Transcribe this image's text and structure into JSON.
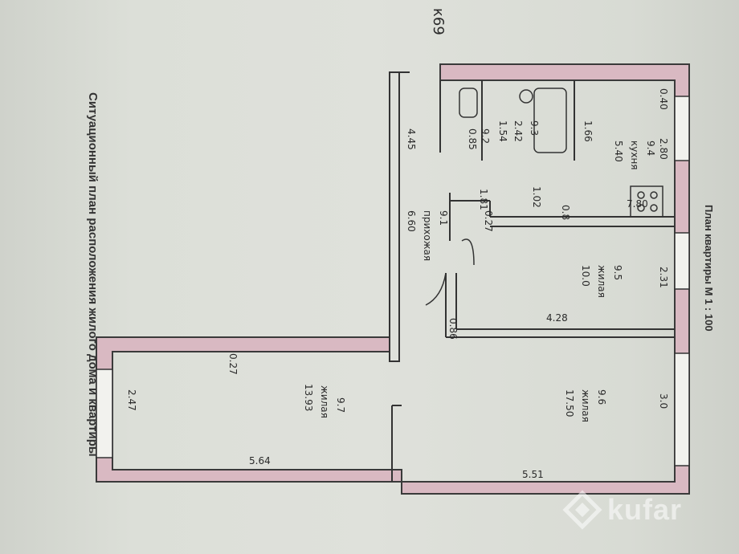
{
  "document": {
    "side_caption": "Ситуационный план расположения жилого дома и квартиры",
    "plan_title": "План квартиры М 1 : 100",
    "handwritten_number": "к69"
  },
  "rooms": [
    {
      "id": "9.1",
      "name": "прихожая",
      "area": "6.60"
    },
    {
      "id": "9.2",
      "name": "",
      "area": "0.85"
    },
    {
      "id": "9.3",
      "name": "",
      "area": "2.42"
    },
    {
      "id": "9.4",
      "name": "кухня",
      "area": "5.40"
    },
    {
      "id": "9.5",
      "name": "жилая",
      "area": "10.0"
    },
    {
      "id": "9.6",
      "name": "жилая",
      "area": "17.50"
    },
    {
      "id": "9.7",
      "name": "жилая",
      "area": "13.93"
    }
  ],
  "dimensions": [
    "0.40",
    "2.80",
    "1.66",
    "1.54",
    "1.81",
    "1.02",
    "0.8",
    "0.27",
    "7.80",
    "2.31",
    "4.28",
    "0.86",
    "3.0",
    "5.51",
    "5.64",
    "2.47",
    "0.27",
    "4.45"
  ],
  "watermark": {
    "text": "kufar"
  }
}
